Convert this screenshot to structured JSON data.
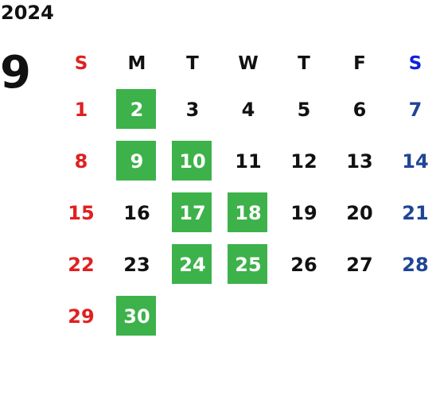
{
  "calendar": {
    "year": "2024",
    "month": "9",
    "weekdays": [
      "S",
      "M",
      "T",
      "W",
      "T",
      "F",
      "S"
    ],
    "colors": {
      "sunday": "#e02020",
      "saturday": "#1f4596",
      "saturday_header": "#1020e0",
      "weekday": "#111111",
      "highlight_bg": "#3db24a",
      "highlight_text": "#ffffff"
    },
    "weeks": [
      [
        {
          "day": "1",
          "highlight": false
        },
        {
          "day": "2",
          "highlight": true
        },
        {
          "day": "3",
          "highlight": false
        },
        {
          "day": "4",
          "highlight": false
        },
        {
          "day": "5",
          "highlight": false
        },
        {
          "day": "6",
          "highlight": false
        },
        {
          "day": "7",
          "highlight": false
        }
      ],
      [
        {
          "day": "8",
          "highlight": false
        },
        {
          "day": "9",
          "highlight": true
        },
        {
          "day": "10",
          "highlight": true
        },
        {
          "day": "11",
          "highlight": false
        },
        {
          "day": "12",
          "highlight": false
        },
        {
          "day": "13",
          "highlight": false
        },
        {
          "day": "14",
          "highlight": false
        }
      ],
      [
        {
          "day": "15",
          "highlight": false
        },
        {
          "day": "16",
          "highlight": false
        },
        {
          "day": "17",
          "highlight": true
        },
        {
          "day": "18",
          "highlight": true
        },
        {
          "day": "19",
          "highlight": false
        },
        {
          "day": "20",
          "highlight": false
        },
        {
          "day": "21",
          "highlight": false
        }
      ],
      [
        {
          "day": "22",
          "highlight": false
        },
        {
          "day": "23",
          "highlight": false
        },
        {
          "day": "24",
          "highlight": true
        },
        {
          "day": "25",
          "highlight": true
        },
        {
          "day": "26",
          "highlight": false
        },
        {
          "day": "27",
          "highlight": false
        },
        {
          "day": "28",
          "highlight": false
        }
      ],
      [
        {
          "day": "29",
          "highlight": false
        },
        {
          "day": "30",
          "highlight": true
        },
        {
          "day": "",
          "highlight": false
        },
        {
          "day": "",
          "highlight": false
        },
        {
          "day": "",
          "highlight": false
        },
        {
          "day": "",
          "highlight": false
        },
        {
          "day": "",
          "highlight": false
        }
      ]
    ]
  }
}
